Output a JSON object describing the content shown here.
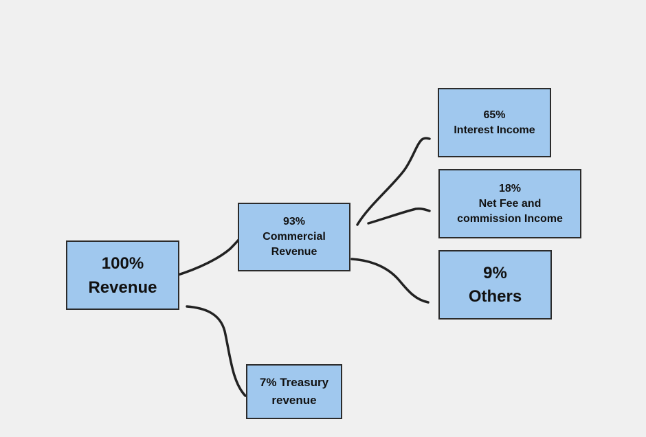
{
  "diagram": {
    "root": {
      "line1": "100%",
      "line2": "Revenue"
    },
    "commercial": {
      "line1": "93%",
      "line2": "Commercial",
      "line3": "Revenue"
    },
    "treasury": {
      "line1": "7% Treasury",
      "line2": "revenue"
    },
    "interest": {
      "line1": "65%",
      "line2": "Interest Income"
    },
    "fee": {
      "line1": "18%",
      "line2": "Net Fee and",
      "line3": "commission Income"
    },
    "others": {
      "line1": "9%",
      "line2": "Others"
    }
  },
  "colors": {
    "background": "#f0f0f0",
    "node_fill": "#a0c8ee",
    "node_border": "#2b2b2b",
    "connector": "#222222",
    "text": "#111111"
  }
}
